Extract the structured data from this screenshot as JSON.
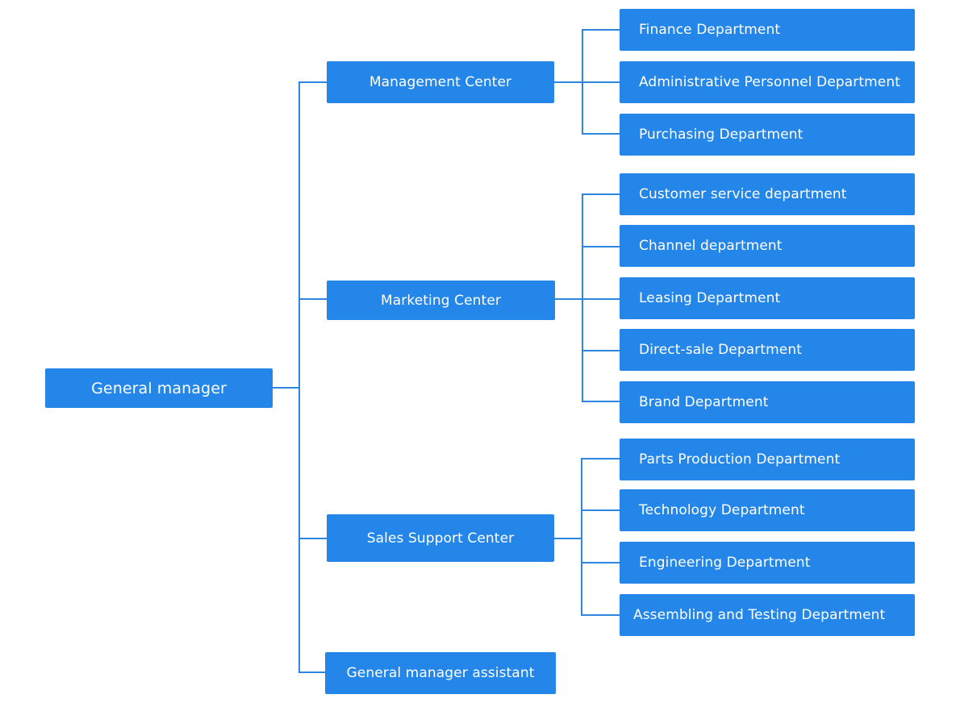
{
  "org_chart": {
    "root": {
      "label": "General manager"
    },
    "centers": [
      {
        "label": "Management Center",
        "departments": [
          "Finance Department",
          "Administrative Personnel Department",
          "Purchasing Department"
        ]
      },
      {
        "label": "Marketing Center",
        "departments": [
          "Customer service department",
          "Channel department",
          "Leasing Department",
          "Direct-sale Department",
          "Brand Department"
        ]
      },
      {
        "label": "Sales Support Center",
        "departments": [
          "Parts Production Department",
          "Technology Department",
          "Engineering Department",
          "Assembling and Testing Department"
        ]
      },
      {
        "label": "General manager assistant",
        "departments": []
      }
    ]
  },
  "colors": {
    "box_fill": "#2486e8",
    "connector": "#2f86e0",
    "text": "#ffffff",
    "background": "#ffffff"
  }
}
